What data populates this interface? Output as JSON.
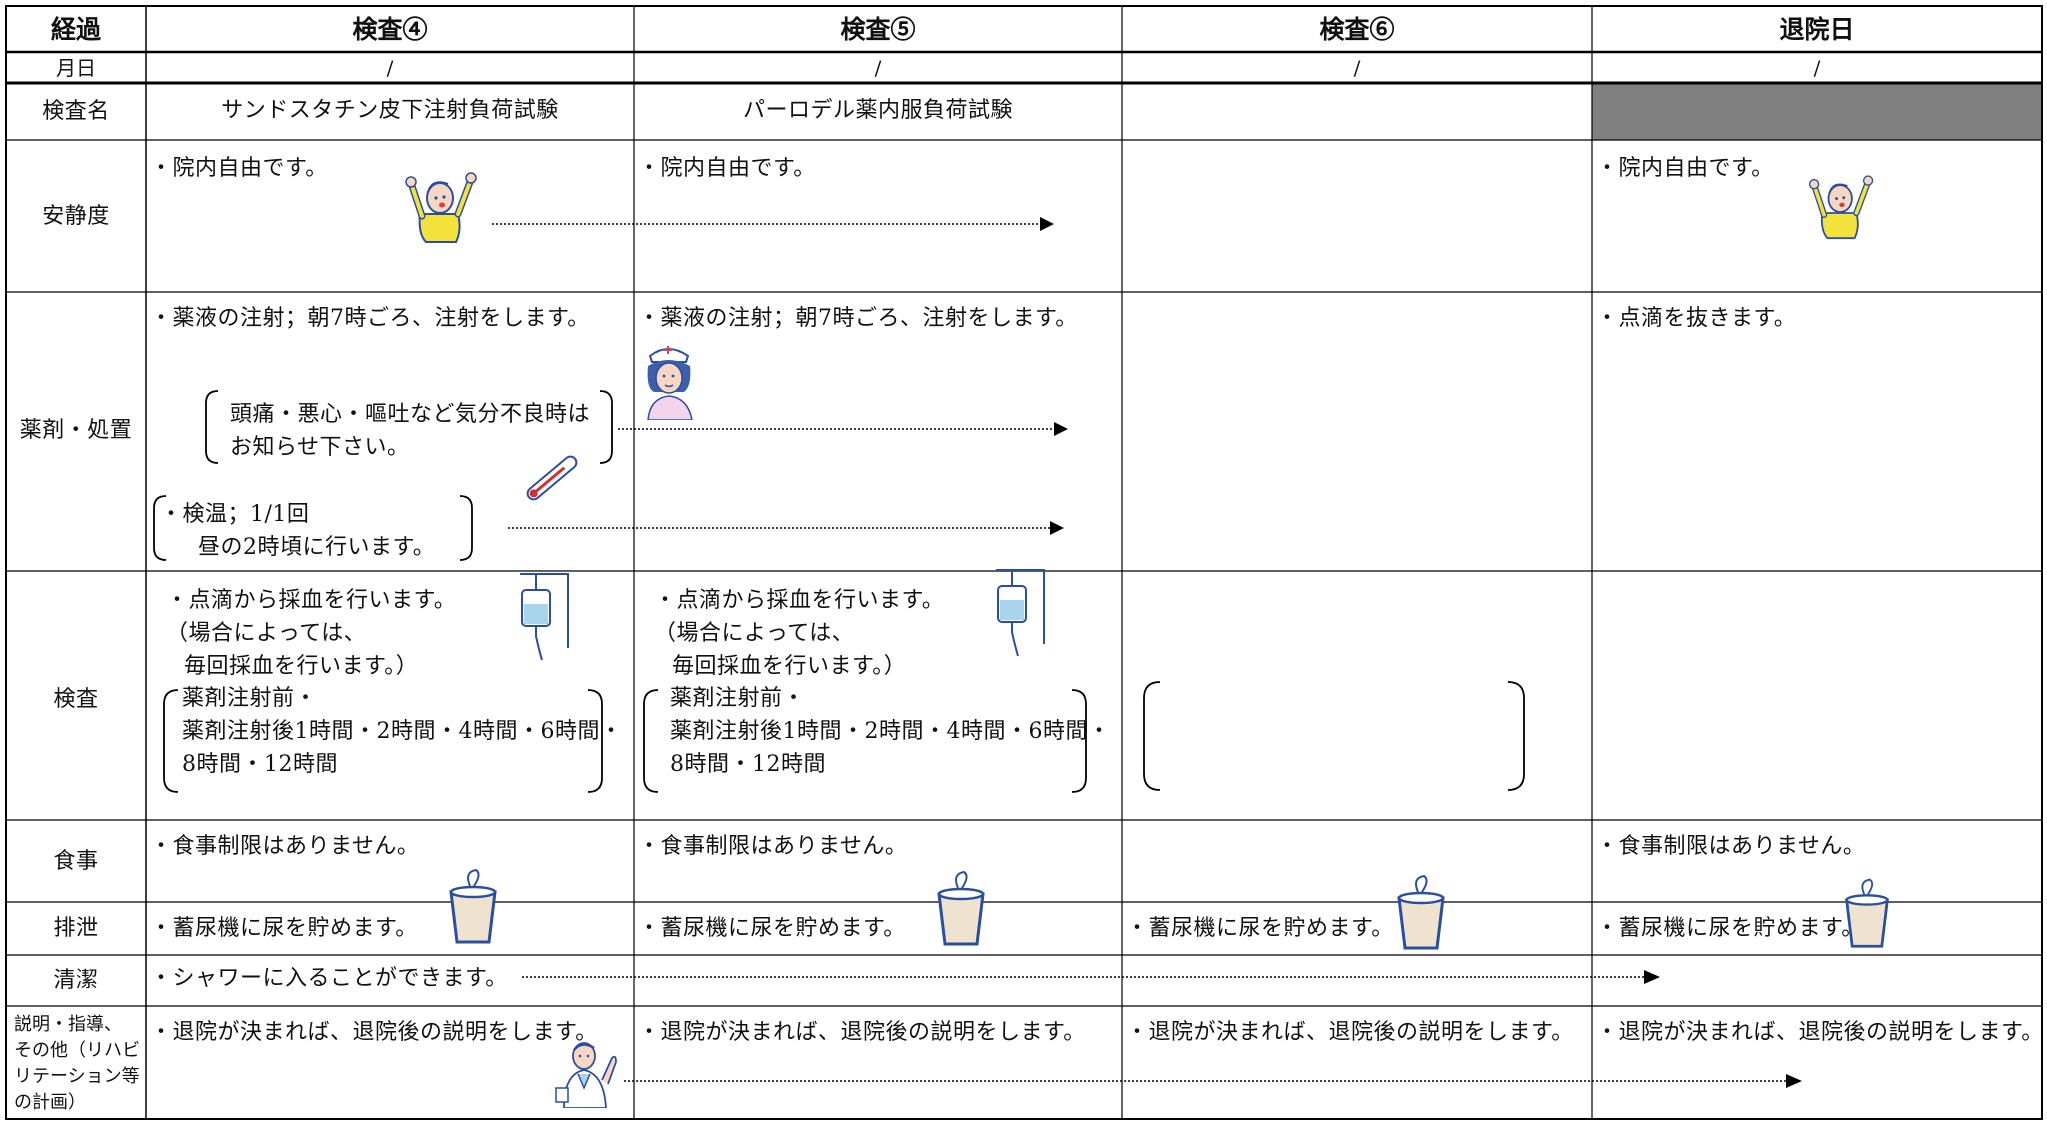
{
  "headers": {
    "col0": "経過",
    "col1": "検査④",
    "col2": "検査⑤",
    "col3": "検査⑥",
    "col4": "退院日"
  },
  "dates": {
    "label": "月日",
    "c1": "/",
    "c2": "/",
    "c3": "/",
    "c4": "/"
  },
  "rows": {
    "exam_name": "検査名",
    "rest": "安静度",
    "meds": "薬剤・処置",
    "tests": "検査",
    "meal": "食事",
    "excretion": "排泄",
    "hygiene": "清潔",
    "explain": [
      "説明・指導、",
      "その他（リハビ",
      "リテーション等",
      "の計画）"
    ]
  },
  "exam_names": {
    "c1": "サンドスタチン皮下注射負荷試験",
    "c2": "パーロデル薬内服負荷試験"
  },
  "rest": {
    "c1": "・院内自由です。",
    "c2": "・院内自由です。",
    "c4": "・院内自由です。"
  },
  "meds": {
    "c1_injection": "・薬液の注射；朝7時ごろ、注射をします。",
    "c1_notice": [
      "頭痛・悪心・嘔吐など気分不良時は",
      "お知らせ下さい。"
    ],
    "c1_temp": [
      "・検温；1/1回",
      "昼の2時頃に行います。"
    ],
    "c2_injection": "・薬液の注射；朝7時ごろ、注射をします。",
    "c4": "・点滴を抜きます。"
  },
  "tests": {
    "c1": [
      "・点滴から採血を行います。",
      "（場合によっては、",
      "毎回採血を行います。）"
    ],
    "c1_times": [
      "薬剤注射前・",
      "薬剤注射後1時間・2時間・4時間・6時間・",
      "8時間・12時間"
    ],
    "c2": [
      "・点滴から採血を行います。",
      "（場合によっては、",
      "毎回採血を行います。）"
    ],
    "c2_times": [
      "薬剤注射前・",
      "薬剤注射後1時間・2時間・4時間・6時間・",
      "8時間・12時間"
    ]
  },
  "meal": {
    "c1": "・食事制限はありません。",
    "c2": "・食事制限はありません。",
    "c4": "・食事制限はありません。"
  },
  "excretion": {
    "c1": "・蓄尿機に尿を貯めます。",
    "c2": "・蓄尿機に尿を貯めます。",
    "c3": "・蓄尿機に尿を貯めます。",
    "c4": "・蓄尿機に尿を貯めます。"
  },
  "hygiene": {
    "c1": "・シャワーに入ることができます。"
  },
  "explain": {
    "c1": "・退院が決まれば、退院後の説明をします。",
    "c2": "・退院が決まれば、退院後の説明をします。",
    "c3": "・退院が決まれば、退院後の説明をします。",
    "c4": "・退院が決まれば、退院後の説明をします。"
  },
  "icons": [
    "patient-cheering-icon",
    "nurse-icon",
    "thermometer-icon",
    "iv-drip-icon",
    "urine-cup-icon",
    "doctor-icon"
  ],
  "colors": {
    "shaded_cell": "#808080",
    "patient_shirt": "#f2e23a",
    "cup_fill": "#efe3cf",
    "icon_stroke": "#2b4f9e"
  }
}
